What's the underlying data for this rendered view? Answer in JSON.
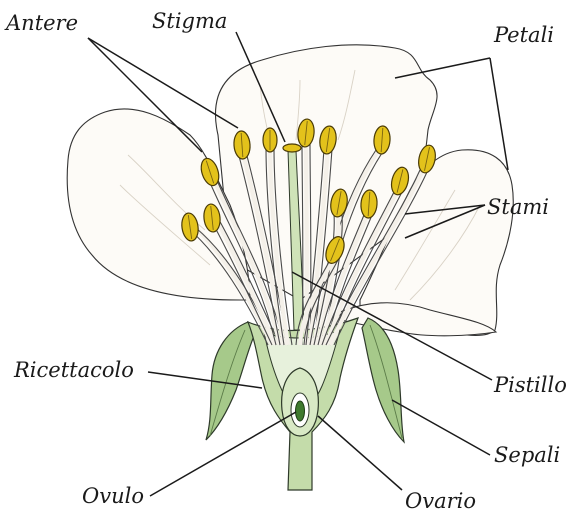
{
  "labels": {
    "antere": "Antere",
    "stigma": "Stigma",
    "petali": "Petali",
    "stami": "Stami",
    "ricettacolo": "Ricettacolo",
    "pistillo": "Pistillo",
    "sepali": "Sepali",
    "ovulo": "Ovulo",
    "ovario": "Ovario"
  },
  "colors": {
    "anther": "#e3c21b",
    "sepal": "#a6c98a",
    "receptacle": "#c4dcaa",
    "petal": "#fdfbf7",
    "ovule": "#3f7a2e"
  }
}
